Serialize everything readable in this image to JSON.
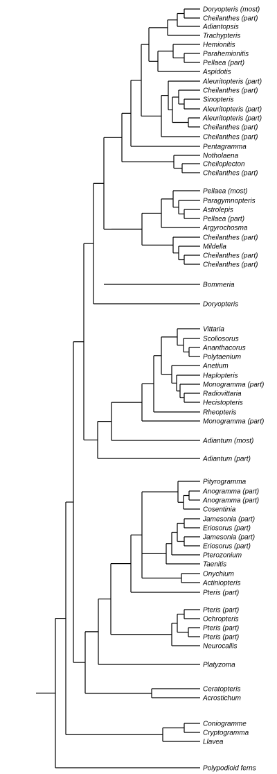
{
  "tree": {
    "taxa": [
      "Doryopteris (most)",
      "Cheilanthes (part)",
      "Adiantopsis",
      "Trachypteris",
      "Hemionitis",
      "Parahemionitis",
      "Pellaea (part)",
      "Aspidotis",
      "Aleuritopteris (part)",
      "Cheilanthes (part)",
      "Sinopteris",
      "Aleuritopteris (part)",
      "Aleuritopteris (part)",
      "Cheilanthes (part)",
      "Cheilanthes (part)",
      "Pentagramma",
      "Notholaena",
      "Cheiloplecton",
      "Cheilanthes (part)",
      "Pellaea (most)",
      "Paragymnopteris",
      "Astrolepis",
      "Pellaea (part)",
      "Argyrochosma",
      "Cheilanthes (part)",
      "Mildella",
      "Cheilanthes (part)",
      "Cheilanthes (part)",
      "Bommeria",
      "Doryopteris",
      "Vittaria",
      "Scoliosorus",
      "Ananthacorus",
      "Polytaenium",
      "Anetium",
      "Haplopteris",
      "Monogramma (part)",
      "Radiovittaria",
      "Hecistopteris",
      "Rheopteris",
      "Monogramma (part)",
      "Adiantum (most)",
      "Adiantum (part)",
      "Pityrogramma",
      "Anogramma (part)",
      "Anogramma (part)",
      "Cosentinia",
      "Jamesonia (part)",
      "Eriosorus (part)",
      "Jamesonia (part)",
      "Eriosorus (part)",
      "Pterozonium",
      "Taenitis",
      "Onychium",
      "Actiniopteris",
      "Pteris (part)",
      "Pteris (part)",
      "Ochropteris",
      "Pteris (part)",
      "Pteris (part)",
      "Neurocallis",
      "Platyzoma",
      "Ceratopteris",
      "Acrostichum",
      "Coniogramme",
      "Cryptogramma",
      "Llavea",
      "Polypodioid ferns"
    ]
  }
}
